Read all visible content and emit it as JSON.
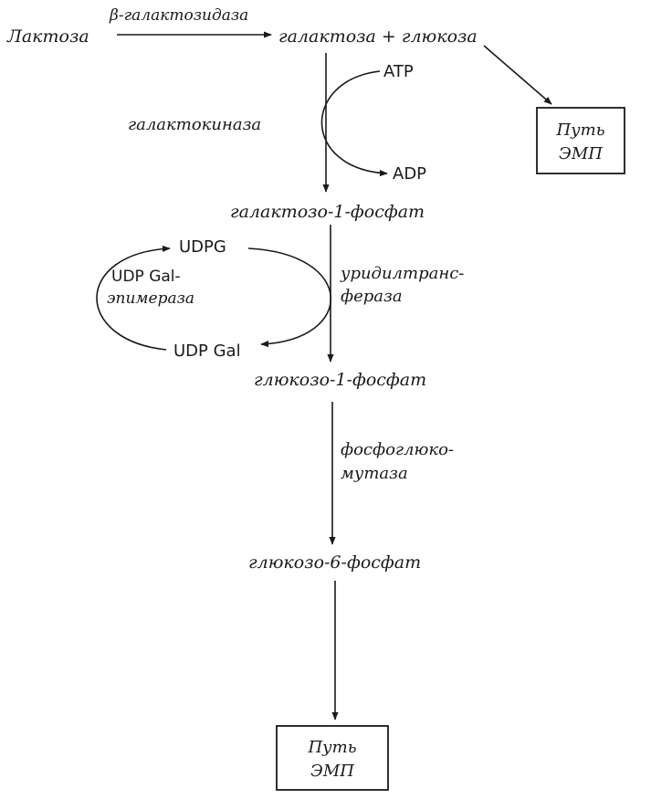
{
  "labels": {
    "lactose": "Лактоза",
    "beta_galactosidase": "β-галактозидаза",
    "galactose_glucose": "галактоза + глюкоза",
    "atp": "ATP",
    "adp": "ADP",
    "galactokinase": "галактокиназа",
    "galactose_1_phosphate": "галактозо-1-фосфат",
    "udpg": "UDPG",
    "udp_gal_epimerase_line1": "UDP Gal-",
    "udp_gal_epimerase_line2": "эпимераза",
    "udp_gal": "UDP Gal",
    "uridyltransferase_line1": "уридилтранс-",
    "uridyltransferase_line2": "фераза",
    "glucose_1_phosphate": "глюкозо-1-фосфат",
    "phosphoglucomutase_line1": "фосфоглюко-",
    "phosphoglucomutase_line2": "мутаза",
    "glucose_6_phosphate": "глюкозо-6-фосфат"
  },
  "emp_box_top": {
    "line1": "Путь",
    "line2": "ЭМП"
  },
  "emp_box_bottom": {
    "line1": "Путь",
    "line2": "ЭМП"
  },
  "colors": {
    "ink": "#1a1a1a",
    "background": "#ffffff"
  }
}
